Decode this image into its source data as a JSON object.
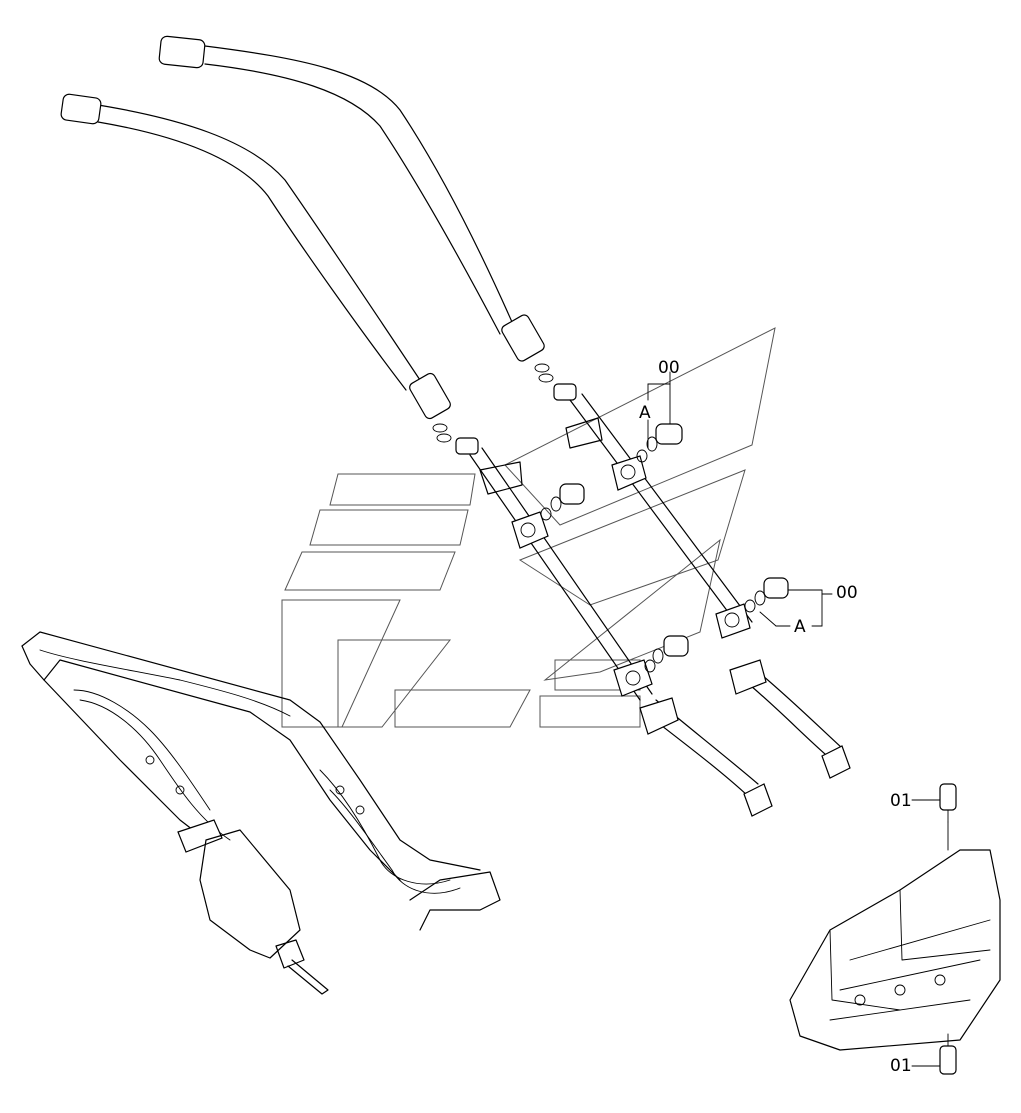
{
  "callouts": {
    "kit_upper": "00",
    "kit_lower": "00",
    "oring_upper": "A",
    "oring_lower": "A",
    "valve_top": "01",
    "valve_bottom": "01"
  }
}
